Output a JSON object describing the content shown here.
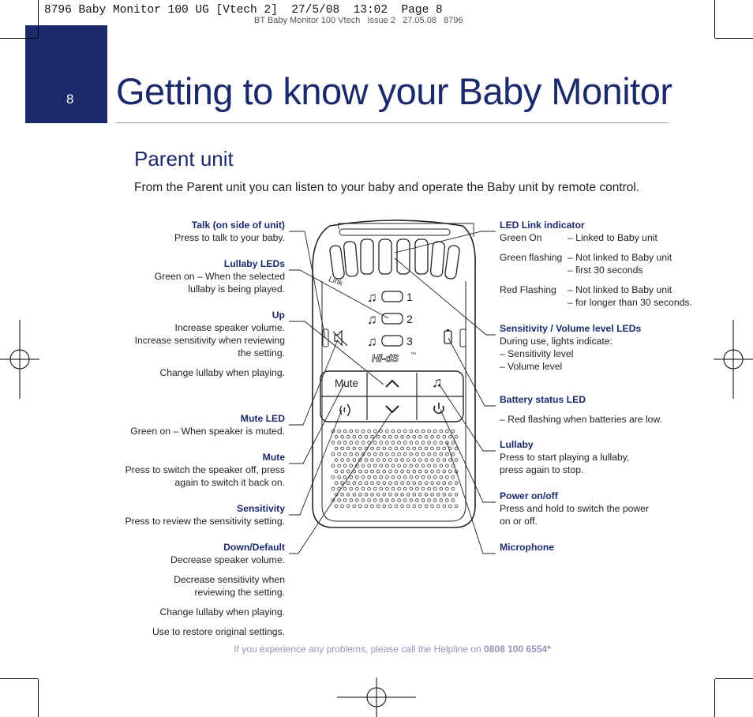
{
  "slug": {
    "text": "8796 Baby Monitor 100 UG [Vtech 2]  27/5/08  13:02  Page 8",
    "ghost": "BT Baby Monitor 100 Vtech   Issue 2   27.05.08   8796"
  },
  "page_number": "8",
  "title": "Getting to know your Baby Monitor",
  "section_title": "Parent unit",
  "intro": "From the Parent unit you can listen to your baby and operate the Baby unit by remote control.",
  "left_callouts": {
    "talk": {
      "heading": "Talk (on side of unit)",
      "line1": "Press to talk to your baby."
    },
    "lullaby_leds": {
      "heading": "Lullaby LEDs",
      "line1": "Green on – When the selected",
      "line2": "lullaby is being played."
    },
    "up": {
      "heading": "Up",
      "line1": "Increase speaker volume.",
      "line2": "Increase sensitivity when reviewing",
      "line3": "the setting.",
      "line4": "Change lullaby when playing."
    },
    "mute_led": {
      "heading": "Mute LED",
      "line1": "Green on – When speaker is muted."
    },
    "mute": {
      "heading": "Mute",
      "line1": "Press to switch the speaker off, press",
      "line2": "again to switch it back on."
    },
    "sensitivity": {
      "heading": "Sensitivity",
      "line1": "Press to review the sensitivity setting."
    },
    "down": {
      "heading": "Down/Default",
      "line1": "Decrease speaker volume.",
      "line2": "Decrease sensitivity when",
      "line3": "reviewing the setting.",
      "line4": "Change lullaby when playing.",
      "line5": "Use to restore original settings."
    }
  },
  "right_callouts": {
    "led_link": {
      "heading": "LED Link indicator",
      "rows": [
        {
          "state": "Green On",
          "desc": "– Linked to Baby unit"
        },
        {
          "state": "Green flashing",
          "desc": "– Not linked to Baby unit",
          "desc2": "– first 30 seconds"
        },
        {
          "state": "Red Flashing",
          "desc": "– Not linked to Baby unit",
          "desc2": "– for longer than 30 seconds."
        }
      ]
    },
    "sens_vol": {
      "heading": "Sensitivity / Volume level LEDs",
      "line1": "During use, lights indicate:",
      "line2": "– Sensitivity level",
      "line3": "– Volume level"
    },
    "battery": {
      "heading": "Battery status LED",
      "line1": "– Red flashing when batteries are low."
    },
    "lullaby": {
      "heading": "Lullaby",
      "line1": "Press to start playing a lullaby,",
      "line2": "press again to stop."
    },
    "power": {
      "heading": "Power on/off",
      "line1": "Press and hold to switch the power",
      "line2": "on or off."
    },
    "microphone": {
      "heading": "Microphone"
    }
  },
  "device": {
    "link_label": "Link",
    "lullaby_numbers": [
      "1",
      "2",
      "3"
    ],
    "brand": "Hi-dS",
    "trademark": "™",
    "mute_label": "Mute"
  },
  "footer": {
    "text": "If you experience any problems, please call the Helpline on ",
    "phone": "0808 100 6554*"
  },
  "colors": {
    "brand_blue": "#1a2a6c",
    "footer": "#8f96b8"
  }
}
